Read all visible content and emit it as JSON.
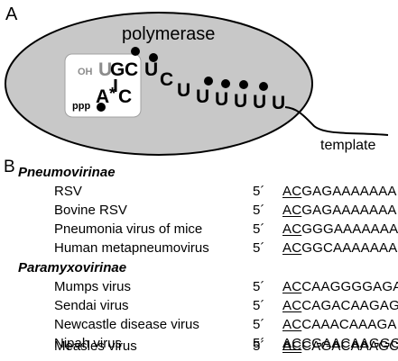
{
  "panel_a": {
    "label": "A",
    "polymerase_label": "polymerase",
    "template_label": "template",
    "oh_label": "OH",
    "ppp_label": "ppp",
    "nascent_top": [
      "U",
      "G",
      "C"
    ],
    "pair_bottom": [
      "A",
      "*",
      "C"
    ],
    "template_bases": [
      "U",
      "C",
      "U",
      "U",
      "U",
      "U",
      "U",
      "U"
    ],
    "colors": {
      "polymerase_fill": "#c8c8c8",
      "active_site_fill": "#ffffff",
      "gray_text": "#8c8c8c",
      "black": "#000000"
    }
  },
  "panel_b": {
    "label": "B",
    "groups": [
      {
        "title": "Pneumovirinae",
        "rows": [
          {
            "name": "RSV",
            "prime": "5´",
            "ac": "AC",
            "rest": "GAGAAAAAAA"
          },
          {
            "name": "Bovine RSV",
            "prime": "5´",
            "ac": "AC",
            "rest": "GAGAAAAAAA"
          },
          {
            "name": "Pneumonia virus of mice",
            "prime": "5´",
            "ac": "AC",
            "rest": "GGGAAAAAAA"
          },
          {
            "name": "Human metapneumovirus",
            "prime": "5´",
            "ac": "AC",
            "rest": "GGCAAAAAAA"
          }
        ]
      },
      {
        "title": "Paramyxovirinae",
        "rows": [
          {
            "name": "Mumps virus",
            "prime": "5´",
            "ac": "AC",
            "rest": "CAAGGGGAGA"
          },
          {
            "name": "Sendai virus",
            "prime": "5´",
            "ac": "AC",
            "rest": "CAGACAAGAG"
          },
          {
            "name": "Newcastle disease virus",
            "prime": "5´",
            "ac": "AC",
            "rest": "CAAACAAAGA"
          },
          {
            "name": "Nipah virus",
            "prime": "5´",
            "ac": "AC",
            "rest": "CGAACAAGGG"
          },
          {
            "name": "Measles virus",
            "prime": "5´",
            "ac": "AC",
            "rest": "CAGACAAAGC"
          }
        ]
      }
    ]
  }
}
